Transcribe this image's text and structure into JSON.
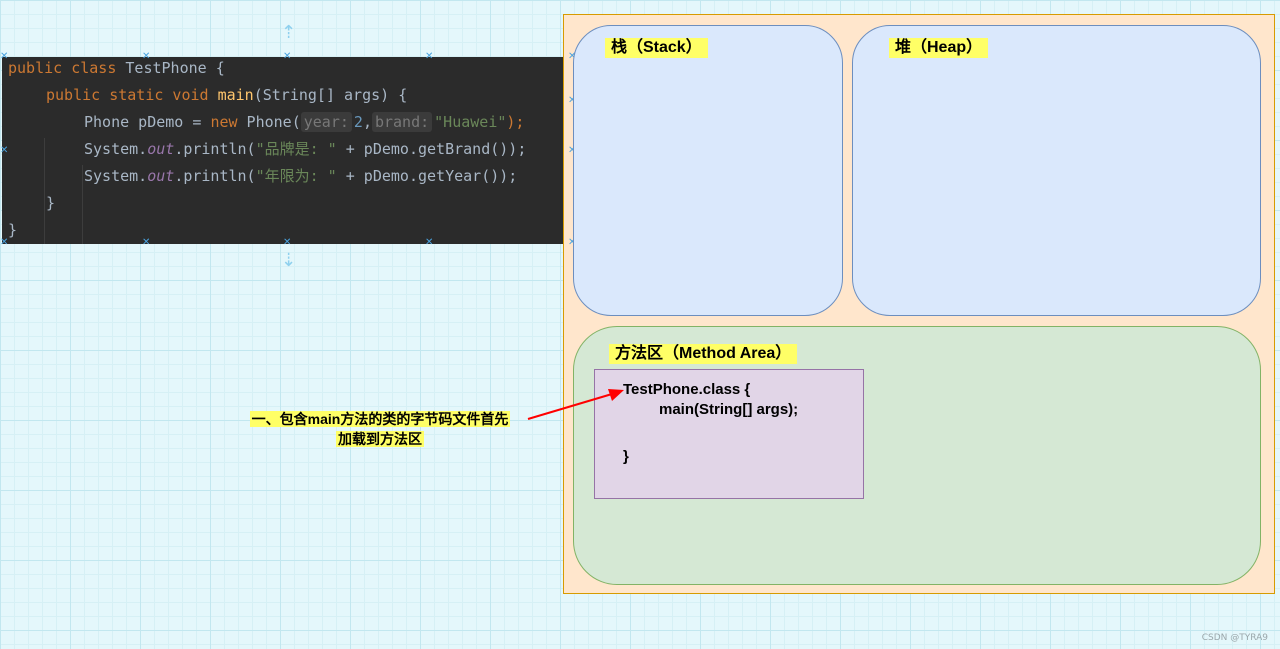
{
  "code": {
    "line1": {
      "kw": "public class ",
      "name": "TestPhone",
      "rest": " {"
    },
    "line2": {
      "kw": "public static void ",
      "fn": "main",
      "rest": "(String[] args) {"
    },
    "line3": {
      "pre": "Phone pDemo = ",
      "kw": "new",
      "call": " Phone(",
      "hint1": "year:",
      "num": "2",
      "comma": ",",
      "hint2": "brand:",
      "str": "\"Huawei\"",
      "end": ");"
    },
    "line4": {
      "pre": "System.",
      "it": "out",
      "mid": ".println(",
      "str": "\"品牌是: \"",
      "rest": " + pDemo.getBrand());"
    },
    "line5": {
      "pre": "System.",
      "it": "out",
      "mid": ".println(",
      "str": "\"年限为: \"",
      "rest": " + pDemo.getYear());"
    },
    "line6": "}",
    "line7": "}"
  },
  "diagram": {
    "stack_label": "栈（Stack）",
    "heap_label": "堆（Heap）",
    "method_label": "方法区（Method Area）",
    "class_box": {
      "line1": "TestPhone.class {",
      "line2": "main(String[] args);",
      "line3": "}"
    },
    "annotation": {
      "line1": "一、包含main方法的类的字节码文件首先",
      "line2": "加载到方法区"
    },
    "arrow_color": "#ff0000"
  },
  "watermark": "CSDN @TYRA9"
}
